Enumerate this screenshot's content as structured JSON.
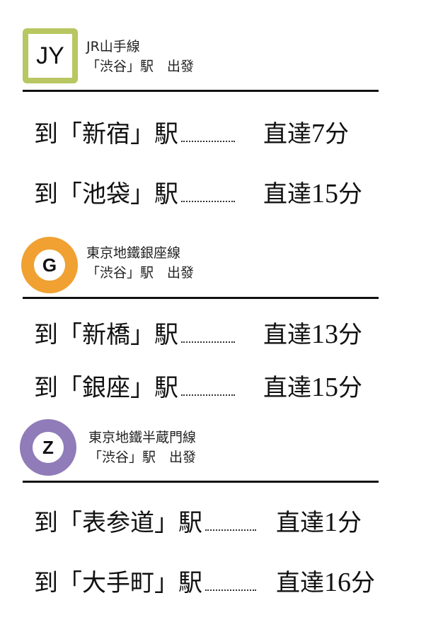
{
  "sections": [
    {
      "line_badge": "JY",
      "line_name": "JR山手線",
      "origin": "「渋谷」駅　出發",
      "color": "#b8c761",
      "routes": [
        {
          "dest": "到「新宿」駅",
          "time_prefix": "直達",
          "minutes": "7",
          "unit": "分"
        },
        {
          "dest": "到「池袋」駅",
          "time_prefix": "直達",
          "minutes": "15",
          "unit": "分"
        }
      ]
    },
    {
      "line_badge": "G",
      "line_name": "東京地鐵銀座線",
      "origin": "「渋谷」駅　出發",
      "color": "#f0a132",
      "routes": [
        {
          "dest": "到「新橋」駅",
          "time_prefix": "直達",
          "minutes": "13",
          "unit": "分"
        },
        {
          "dest": "到「銀座」駅",
          "time_prefix": "直達",
          "minutes": "15",
          "unit": "分"
        }
      ]
    },
    {
      "line_badge": "Z",
      "line_name": "東京地鐵半蔵門線",
      "origin": "「渋谷」駅　出發",
      "color": "#8f7cb8",
      "routes": [
        {
          "dest": "到「表参道」駅",
          "time_prefix": "直達",
          "minutes": "1",
          "unit": "分"
        },
        {
          "dest": "到「大手町」駅",
          "time_prefix": "直達",
          "minutes": "16",
          "unit": "分"
        }
      ]
    }
  ]
}
